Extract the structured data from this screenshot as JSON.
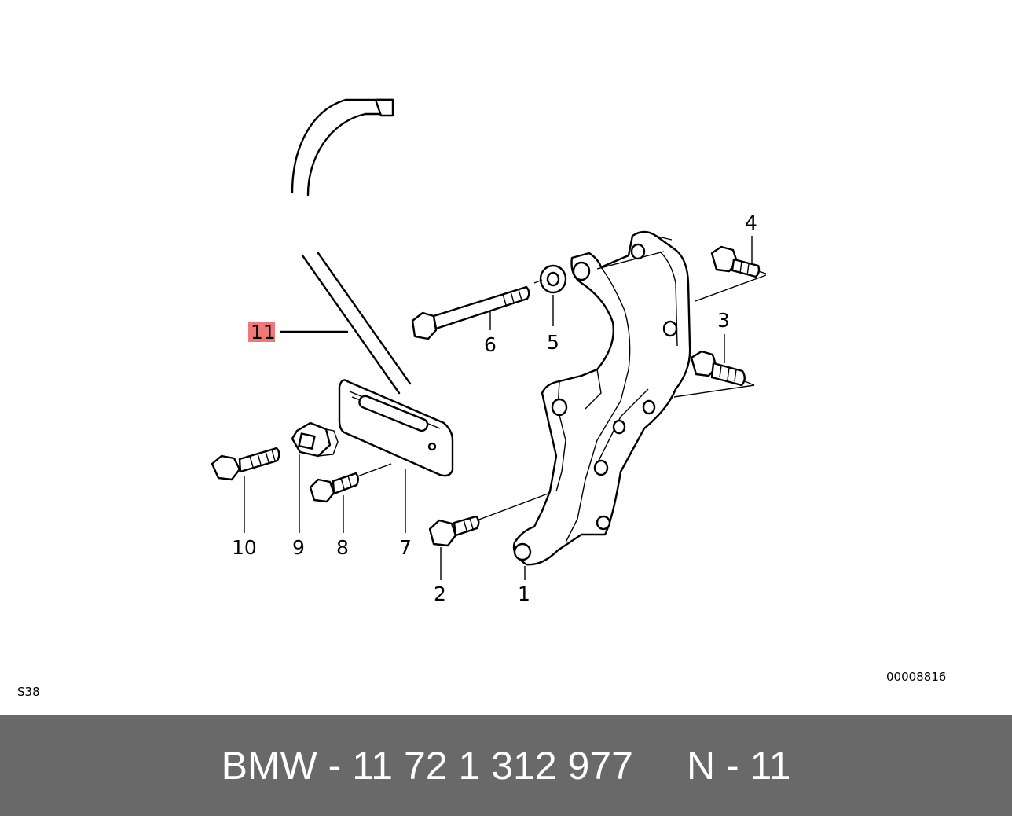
{
  "diagram": {
    "callouts": [
      "1",
      "2",
      "3",
      "4",
      "5",
      "6",
      "7",
      "8",
      "9",
      "10",
      "11"
    ],
    "highlighted_callout": "11",
    "highlight_color": "#f07878",
    "page_code": "S38",
    "drawing_number": "00008816"
  },
  "footer": {
    "part_number": "BMW - 11 72 1 312 977",
    "position": "N - 11",
    "background": "#696969",
    "text_color": "#ffffff"
  }
}
